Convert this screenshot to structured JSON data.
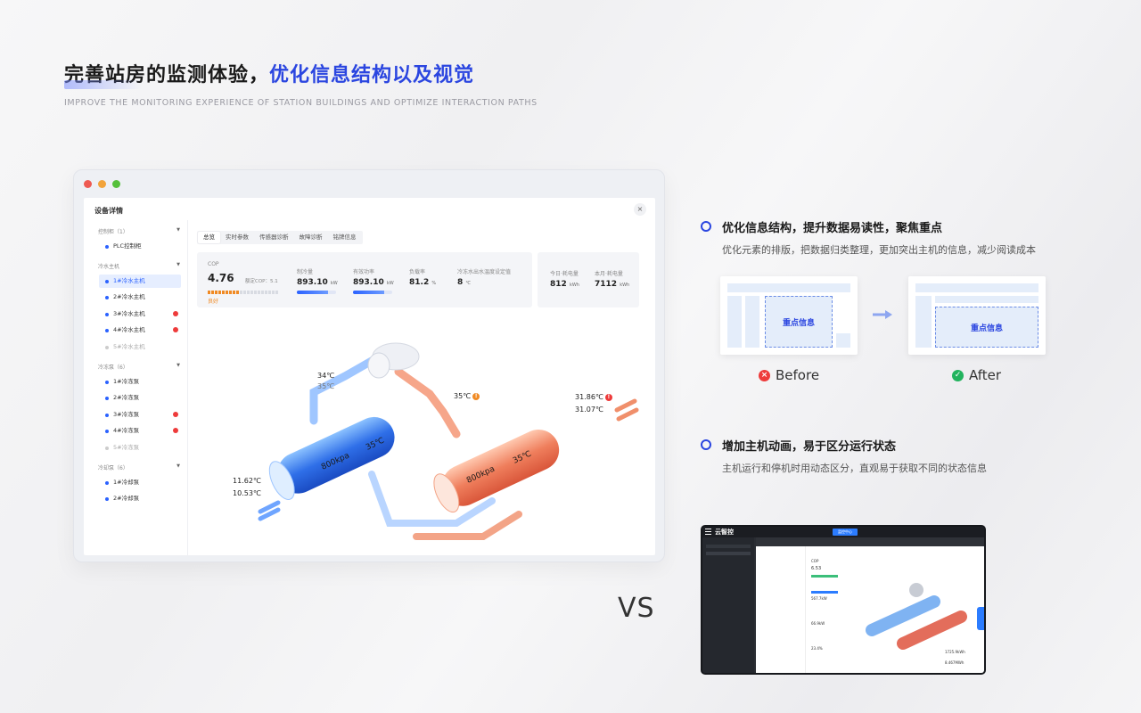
{
  "hero": {
    "title_black": "完善站房的监测体验，",
    "title_blue": "优化信息结构以及视觉",
    "subtitle": "IMPROVE THE MONITORING EXPERIENCE OF STATION BUILDINGS AND OPTIMIZE INTERACTION PATHS"
  },
  "colors": {
    "accent": "#2b46e0",
    "active_blue": "#2b62ff",
    "warning_orange": "#f08a24",
    "error_red": "#ee3b3b",
    "success_green": "#22b35e"
  },
  "device_panel": {
    "title": "设备详情",
    "close_label": "×",
    "sidebar": {
      "groups": [
        {
          "label": "控制柜（1）",
          "items": [
            {
              "label": "PLC控制柜",
              "state": "normal"
            }
          ]
        },
        {
          "label": "冷水主机",
          "items": [
            {
              "label": "1#冷水主机",
              "state": "active"
            },
            {
              "label": "2#冷水主机",
              "state": "normal"
            },
            {
              "label": "3#冷水主机",
              "state": "warn"
            },
            {
              "label": "4#冷水主机",
              "state": "warn"
            },
            {
              "label": "5#冷水主机",
              "state": "off"
            }
          ]
        },
        {
          "label": "冷冻泵（6）",
          "items": [
            {
              "label": "1#冷冻泵",
              "state": "normal"
            },
            {
              "label": "2#冷冻泵",
              "state": "normal"
            },
            {
              "label": "3#冷冻泵",
              "state": "warn"
            },
            {
              "label": "4#冷冻泵",
              "state": "warn"
            },
            {
              "label": "5#冷冻泵",
              "state": "off"
            }
          ]
        },
        {
          "label": "冷却泵（6）",
          "items": [
            {
              "label": "1#冷却泵",
              "state": "normal"
            },
            {
              "label": "2#冷却泵",
              "state": "normal"
            }
          ]
        }
      ]
    },
    "tabs": [
      "总览",
      "实时参数",
      "传感器诊断",
      "故障诊断",
      "铭牌信息"
    ],
    "active_tab": 0,
    "cop": {
      "label": "COP",
      "value": "4.76",
      "rated_label": "额定COP：",
      "rated_value": "5.1",
      "status": "良好",
      "level": 0.45
    },
    "metrics": [
      {
        "label": "制冷量",
        "value": "893.10",
        "unit": "kW",
        "fill": 0.8
      },
      {
        "label": "有效功率",
        "value": "893.10",
        "unit": "kW",
        "fill": 0.8
      },
      {
        "label": "负载率",
        "value": "81.2",
        "unit": "%"
      },
      {
        "label": "冷冻水出水温度设定值",
        "value": "8",
        "unit": "℃"
      }
    ],
    "energy": [
      {
        "label": "今日·耗电量",
        "value": "812",
        "unit": "kWh"
      },
      {
        "label": "本月·耗电量",
        "value": "7112",
        "unit": "kWh"
      }
    ],
    "diagram": {
      "top_temp": "34℃",
      "top_temp2": "35℃",
      "mid_temp": "35℃",
      "right_temp1": "31.86℃",
      "right_temp2": "31.07℃",
      "left_temp1": "11.62℃",
      "left_temp2": "10.53℃",
      "evap_pressure": "800kpa",
      "evap_temp": "35℃",
      "cond_pressure": "800kpa",
      "cond_temp": "35℃",
      "warn_mark": "!"
    }
  },
  "features": [
    {
      "title": "优化信息结构，提升数据易读性，聚焦重点",
      "desc": "优化元素的排版，把数据归类整理，更加突出主机的信息，减少阅读成本"
    },
    {
      "title": "增加主机动画，易于区分运行状态",
      "desc": "主机运行和停机时用动态区分，直观易于获取不同的状态信息"
    }
  ],
  "compare": {
    "key_label": "重点信息",
    "before_label": "Before",
    "after_label": "After",
    "before_icon": "×",
    "after_icon": "✓"
  },
  "vs_label": "VS",
  "old_ui": {
    "brand": "云智控",
    "active_nav": "监控中心",
    "cop_label": "COP",
    "cop_value": "6.53",
    "readout1": "567.7kW",
    "readout2": "66.9kW",
    "readout3": "23.4%",
    "energy1": "1725.9kWh",
    "energy2": "8.467MWh"
  }
}
